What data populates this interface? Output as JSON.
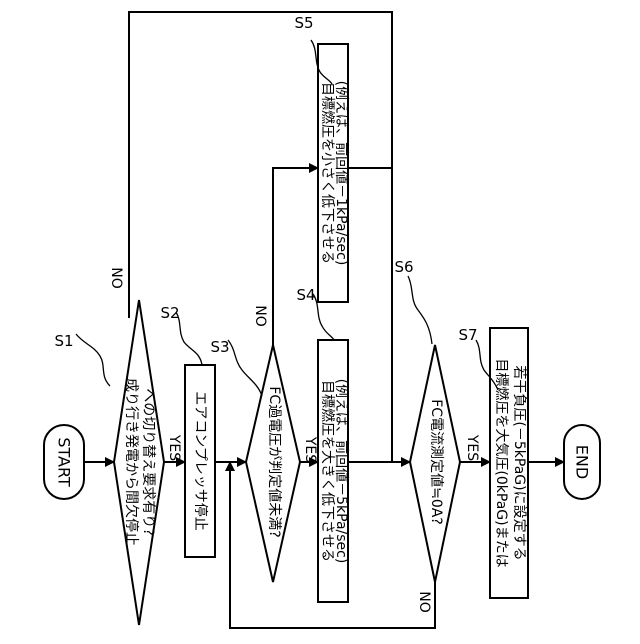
{
  "flowchart": {
    "start": "START",
    "end": "END",
    "steps": {
      "s1": {
        "label": "S1",
        "text_line1": "成り行き発電から間欠停止",
        "text_line2": "への切り替え要求有り?",
        "yes": "YES",
        "no": "NO"
      },
      "s2": {
        "label": "S2",
        "text": "エアコンプレッサ停止"
      },
      "s3": {
        "label": "S3",
        "text": "FC過電圧が判定値未満?",
        "yes": "YES",
        "no": "NO"
      },
      "s4": {
        "label": "S4",
        "text_line1": "目標燃圧を大きく低下させる",
        "text_line2": "(例えば、前回値－5kPa/sec)"
      },
      "s5": {
        "label": "S5",
        "text_line1": "目標燃圧を小さく低下させる",
        "text_line2": "(例えば、前回値－1kPa/sec)"
      },
      "s6": {
        "label": "S6",
        "text": "FC電流測定値≒0A?",
        "yes": "YES",
        "no": "NO"
      },
      "s7": {
        "label": "S7",
        "text_line1": "目標燃圧を大気圧(0kPaG)または",
        "text_line2": "若干負圧(－5kPaG)に設定する"
      }
    }
  }
}
